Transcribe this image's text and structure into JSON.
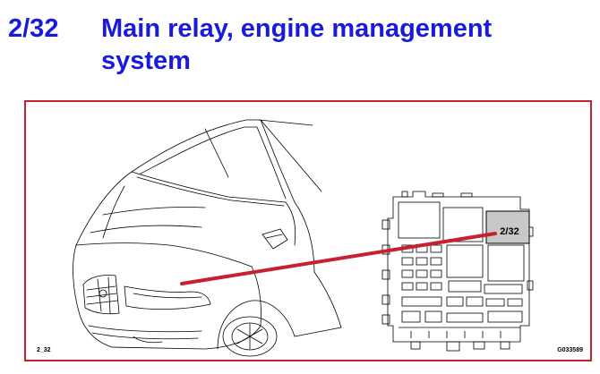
{
  "header": {
    "code": "2/32",
    "title": "Main relay, engine management system"
  },
  "illustration": {
    "component_label": "2/32",
    "figure_code": "2_32",
    "image_ref": "G033589",
    "pointer_color": "#c8202e",
    "heading_color": "#1a1adb",
    "highlight_color": "#c8c8c8"
  }
}
